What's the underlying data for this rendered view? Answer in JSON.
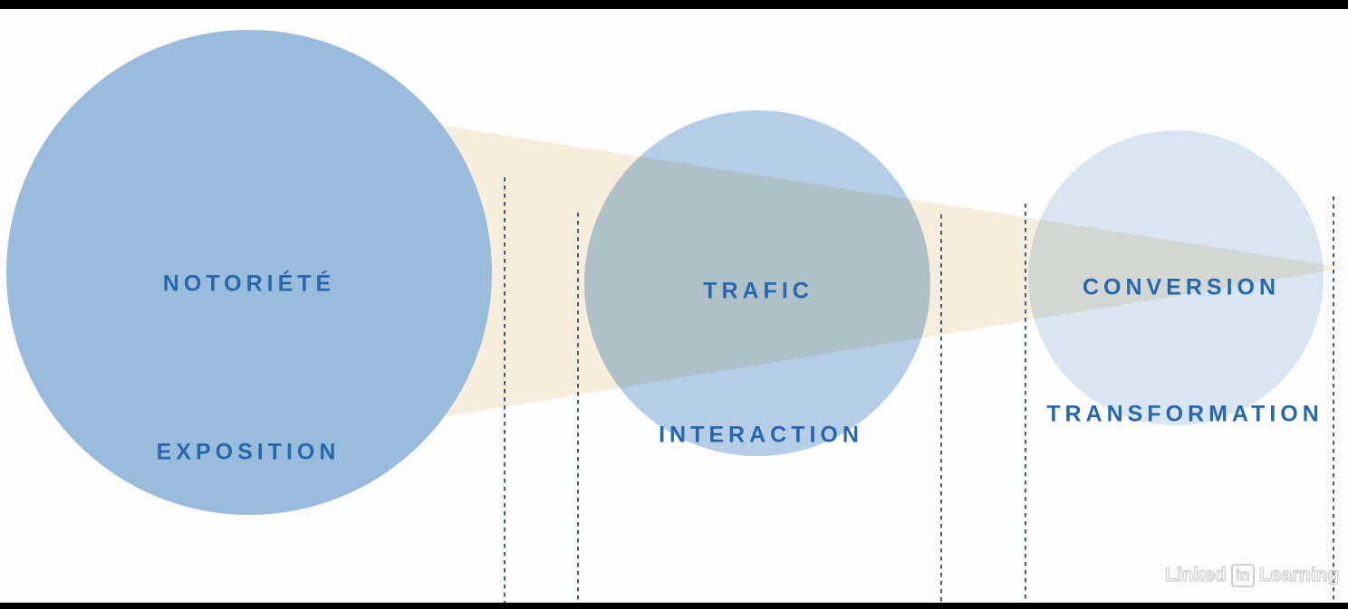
{
  "slide": {
    "stages": [
      {
        "id": "notoriete",
        "primary_label": "NOTORIÉTÉ",
        "secondary_label": "EXPOSITION"
      },
      {
        "id": "trafic",
        "primary_label": "TRAFIC",
        "secondary_label": "INTERACTION"
      },
      {
        "id": "conversion",
        "primary_label": "CONVERSION",
        "secondary_label": "TRANSFORMATION"
      }
    ]
  },
  "watermark": {
    "linked": "Linked",
    "in": "in",
    "learning": "Learning"
  },
  "colors": {
    "background": "#fdfdfd",
    "letterbox_bar": "#000000",
    "circle_large": "#9abcdc",
    "circle_medium": "#b5cde6",
    "circle_small": "#d9e6f2",
    "funnel": "#f8efdf",
    "label_text": "#2668ae",
    "dashed_line": "#44587a",
    "watermark": "#c9c9c9"
  }
}
